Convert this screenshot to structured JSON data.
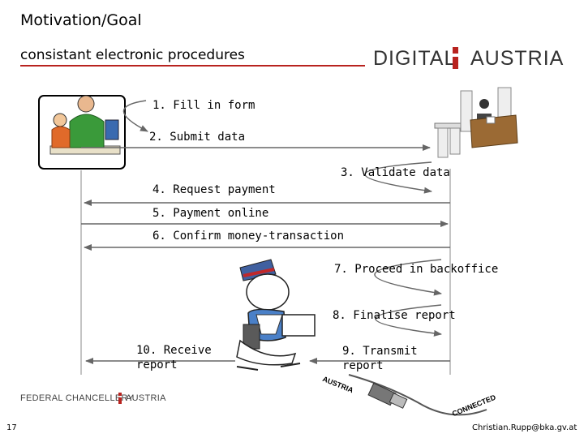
{
  "header": {
    "title": "Motivation/Goal",
    "subtitle": "consistant  electronic procedures"
  },
  "brand": {
    "left": "DIGITAL",
    "right": "AUSTRIA"
  },
  "steps": [
    {
      "label": "1. Fill in form"
    },
    {
      "label": "2. Submit data"
    },
    {
      "label": "3. Validate data"
    },
    {
      "label": "4. Request payment"
    },
    {
      "label": "5. Payment online"
    },
    {
      "label": "6. Confirm money-transaction"
    },
    {
      "label": "7. Proceed in backoffice"
    },
    {
      "label": "8. Finalise report"
    },
    {
      "label": "9. Transmit\nreport"
    },
    {
      "label": "10. Receive\nreport"
    }
  ],
  "footer": {
    "chancellery_left": "FEDERAL CHANCELLERY",
    "chancellery_right": "AUSTRIA",
    "page_number": "17",
    "email": "Christian.Rupp@bka.gv.at",
    "cable_tag_austria": "AUSTRIA",
    "cable_tag_connected": "CONNECTED"
  },
  "colors": {
    "accent_red": "#b8231f",
    "arrow_gray": "#666666"
  },
  "icons": [
    "citizen-clipart-icon",
    "office-clerk-clipart-icon",
    "mail-carrier-clipart-icon",
    "connected-cable-icon"
  ]
}
